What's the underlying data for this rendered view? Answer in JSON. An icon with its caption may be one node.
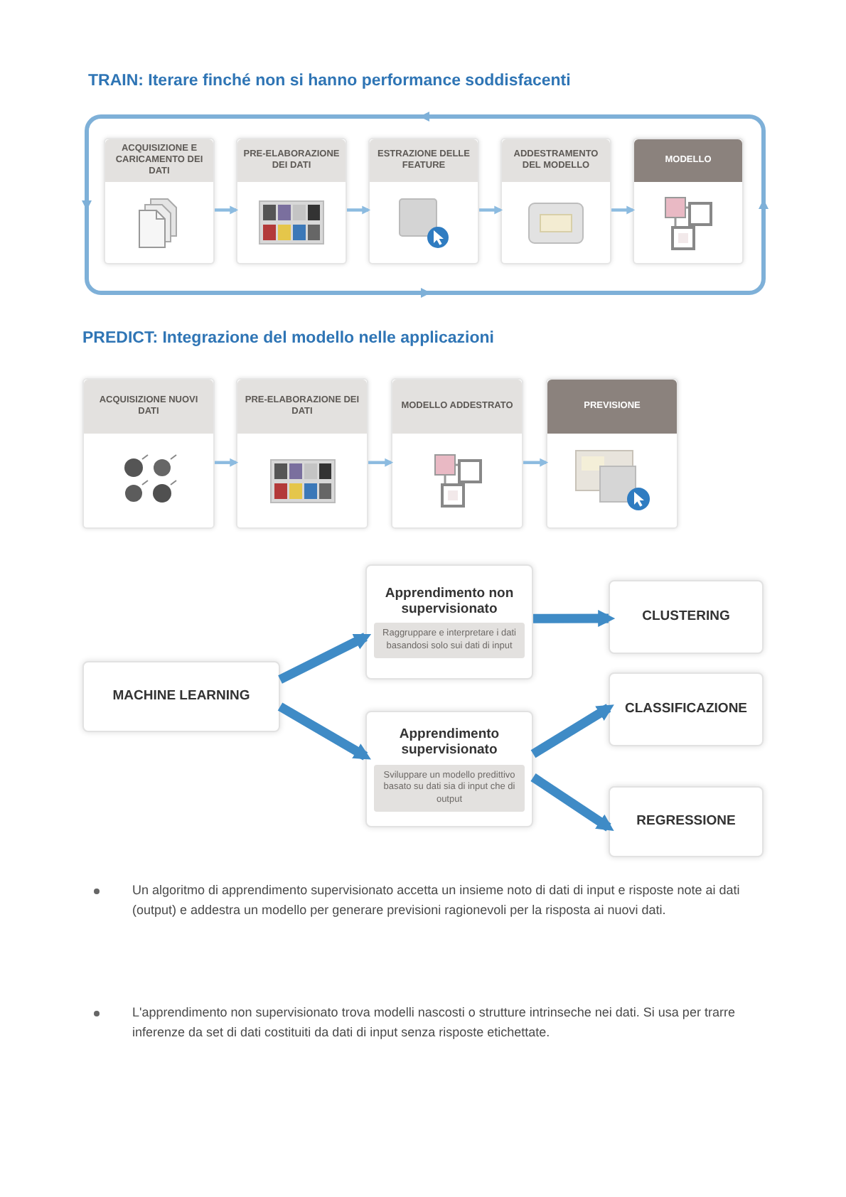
{
  "diagram": {
    "nodes": [
      {
        "text": [
          "TRAIN: Iterare finché non si hanno performance soddisfacenti"
        ]
      },
      {
        "text": [
          "ACQUISIZIONE E CARICAMENTO DEI DATI"
        ],
        "in": 0
      },
      {
        "text": [
          "PRE-ELABORAZIONE DEI DATI"
        ],
        "in": 0
      },
      {
        "text": [
          "ESTRAZIONE DELLE FEATURE"
        ],
        "in": 0
      },
      {
        "text": [
          "ADDESTRAMENTO DEL MODELLO"
        ],
        "in": 0
      },
      {
        "text": [
          "MODELLO"
        ],
        "in": 0
      },
      {
        "text": [
          "ACQUISIZIONE NUOVI DATI"
        ]
      },
      {
        "text": [
          "PRE-ELABORAZIONE DEI DATI"
        ]
      },
      {
        "text": [
          "MODELLO ADDESTRATO"
        ]
      },
      {
        "text": [
          "PREVISIONE"
        ]
      },
      {
        "text": [
          "MACHINE LEARNING"
        ]
      },
      {
        "text": [
          "Apprendimento non supervisionato",
          "Raggruppare e interpretare i dati basandosi solo sui dati di input"
        ]
      },
      {
        "text": [
          "Apprendimento supervisionato",
          "Sviluppare un modello predittivo basato su dati sia di input che di output"
        ]
      },
      {
        "text": [
          "CLUSTERING"
        ]
      },
      {
        "text": [
          "CLASSIFICAZIONE"
        ]
      },
      {
        "text": [
          "REGRESSIONE"
        ]
      }
    ],
    "edges": [
      {
        "from": 1,
        "to": 2,
        "arrow": "to"
      },
      {
        "from": 2,
        "to": 3,
        "arrow": "to"
      },
      {
        "from": 3,
        "to": 4,
        "arrow": "to"
      },
      {
        "from": 4,
        "to": 5,
        "arrow": "to"
      },
      {
        "from": 6,
        "to": 7,
        "arrow": "to"
      },
      {
        "from": 7,
        "to": 8,
        "arrow": "to"
      },
      {
        "from": 8,
        "to": 9,
        "arrow": "to"
      },
      {
        "from": 10,
        "to": 11,
        "arrow": "to",
        "style": "thick",
        "color": "#3f8bc6"
      },
      {
        "from": 10,
        "to": 12,
        "arrow": "to",
        "style": "thick",
        "color": "#3f8bc6"
      },
      {
        "from": 11,
        "to": 13,
        "arrow": "to",
        "style": "thick",
        "color": "#3f8bc6"
      },
      {
        "from": 12,
        "to": 14,
        "arrow": "to",
        "style": "thick",
        "color": "#3f8bc6"
      },
      {
        "from": 12,
        "to": 15,
        "arrow": "to",
        "style": "thick",
        "color": "#3f8bc6"
      }
    ],
    "labels": [
      "PREDICT: Integrazione del modello nelle applicazioni",
      "Un algoritmo di apprendimento supervisionato accetta un insieme noto di dati di input e risposte note ai dati (output) e addestra un modello per generare previsioni ragionevoli per la risposta ai nuovi dati.",
      "L'apprendimento non supervisionato trova modelli nascosti o strutture intrinseche nei dati. Si usa per trarre inferenze da set di dati costituiti da dati di input senza risposte etichettate."
    ]
  }
}
